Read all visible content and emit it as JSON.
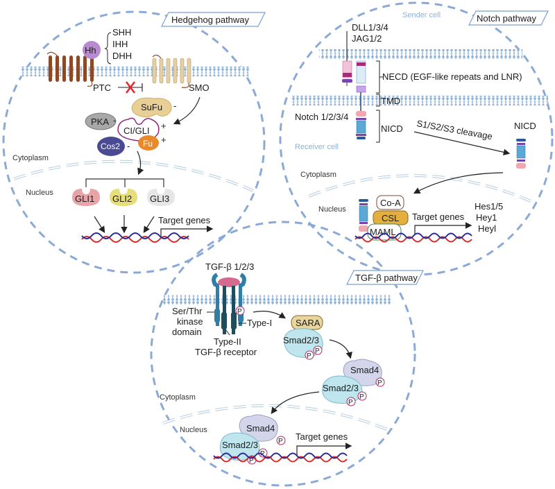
{
  "hedgehog": {
    "title": "Hedgehog pathway",
    "ligand": "Hh",
    "ligand_variants": [
      "SHH",
      "IHH",
      "DHH"
    ],
    "receptor": "PTC",
    "transducer": "SMO",
    "sufu": "SuFu",
    "pka": "PKA",
    "ci_gli": "CI/GLI",
    "cos2": "Cos2",
    "fu": "Fu",
    "signs": {
      "sufu": "-",
      "ci_gli": "+",
      "fu": "+",
      "cos2": "-",
      "pka": "-"
    },
    "cytoplasm": "Cytoplasm",
    "nucleus": "Nucleus",
    "gli_factors": [
      "GLI1",
      "GLI2",
      "GLI3"
    ],
    "target_genes": "Target genes",
    "colors": {
      "ptc": "#8b4a25",
      "smo": "#e3cfa8",
      "hh": "#b88bd0",
      "sufu": "#e8cf96",
      "pka": "#a8a8a8",
      "cos2": "#4a4a94",
      "fu": "#e8892c",
      "gli1": "#e8a4a6",
      "gli2": "#e6de7a",
      "gli3": "#e6e6e6"
    }
  },
  "notch": {
    "title": "Notch pathway",
    "sender_cell": "Sender cell",
    "receiver_cell": "Receiver cell",
    "ligands": [
      "DLL1/3/4",
      "JAG1/2"
    ],
    "necd": "NECD (EGF-like repeats and LNR)",
    "tmd": "TMD",
    "receptors": "Notch 1/2/3/4",
    "nicd": "NICD",
    "cleavage": "S1/S2/S3 cleavage",
    "nicd_released": "NICD",
    "cytoplasm": "Cytoplasm",
    "nucleus": "Nucleus",
    "co_a": "Co-A",
    "csl": "CSL",
    "maml": "MAML",
    "target_genes": "Target genes",
    "genes": [
      "Hes1/5",
      "Hey1",
      "Heyl"
    ],
    "colors": {
      "csl": "#e3b040",
      "nicd": "#5aa8d6",
      "ligand": "#e7a9c9"
    }
  },
  "tgf": {
    "title": "TGF-β pathway",
    "ligand": "TGF-β 1/2/3",
    "kinase_label": [
      "Ser/Thr",
      "kinase",
      "domain"
    ],
    "type1": "Type-I",
    "receptor_label": [
      "Type-II",
      "TGF-β receptor"
    ],
    "sara": "SARA",
    "smad23": "Smad2/3",
    "smad4": "Smad4",
    "phospho": "P",
    "cytoplasm": "Cytoplasm",
    "nucleus": "Nucleus",
    "target_genes": "Target genes",
    "colors": {
      "smad23": "#bfe6ee",
      "smad4": "#d3d6ea",
      "sara": "#e8d6a0",
      "receptor": "#2f7ea8"
    }
  }
}
